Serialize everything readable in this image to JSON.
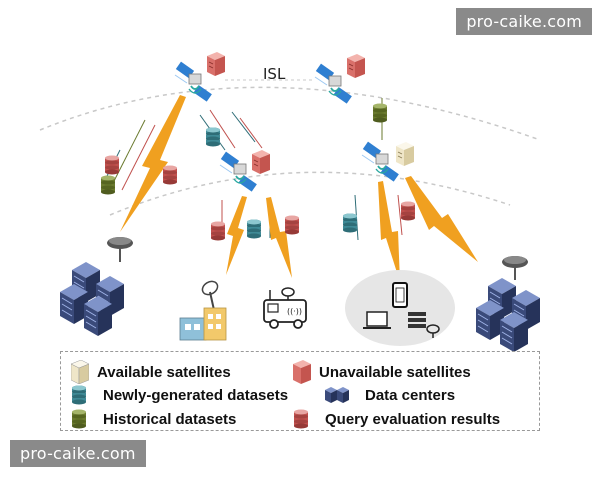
{
  "watermark_top": "pro-caike.com",
  "watermark_bottom": "pro-caike.com",
  "isl_label": "ISL",
  "legend": {
    "available_satellites": "Available satellites",
    "unavailable_satellites": "Unavailable satellites",
    "newly_generated_datasets": "Newly-generated datasets",
    "data_centers": "Data centers",
    "historical_datasets": "Historical datasets",
    "query_evaluation_results": "Query evaluation results"
  },
  "colors": {
    "newly_generated": "#3f8a96",
    "historical": "#6a7a2e",
    "query_results": "#c0504d",
    "unavailable_server": "#e08a82",
    "available_server": "#f2ecd8",
    "lightning": "#f0a020",
    "data_center": "#3a4a7a",
    "satellite_panel": "#2f7fd1"
  }
}
